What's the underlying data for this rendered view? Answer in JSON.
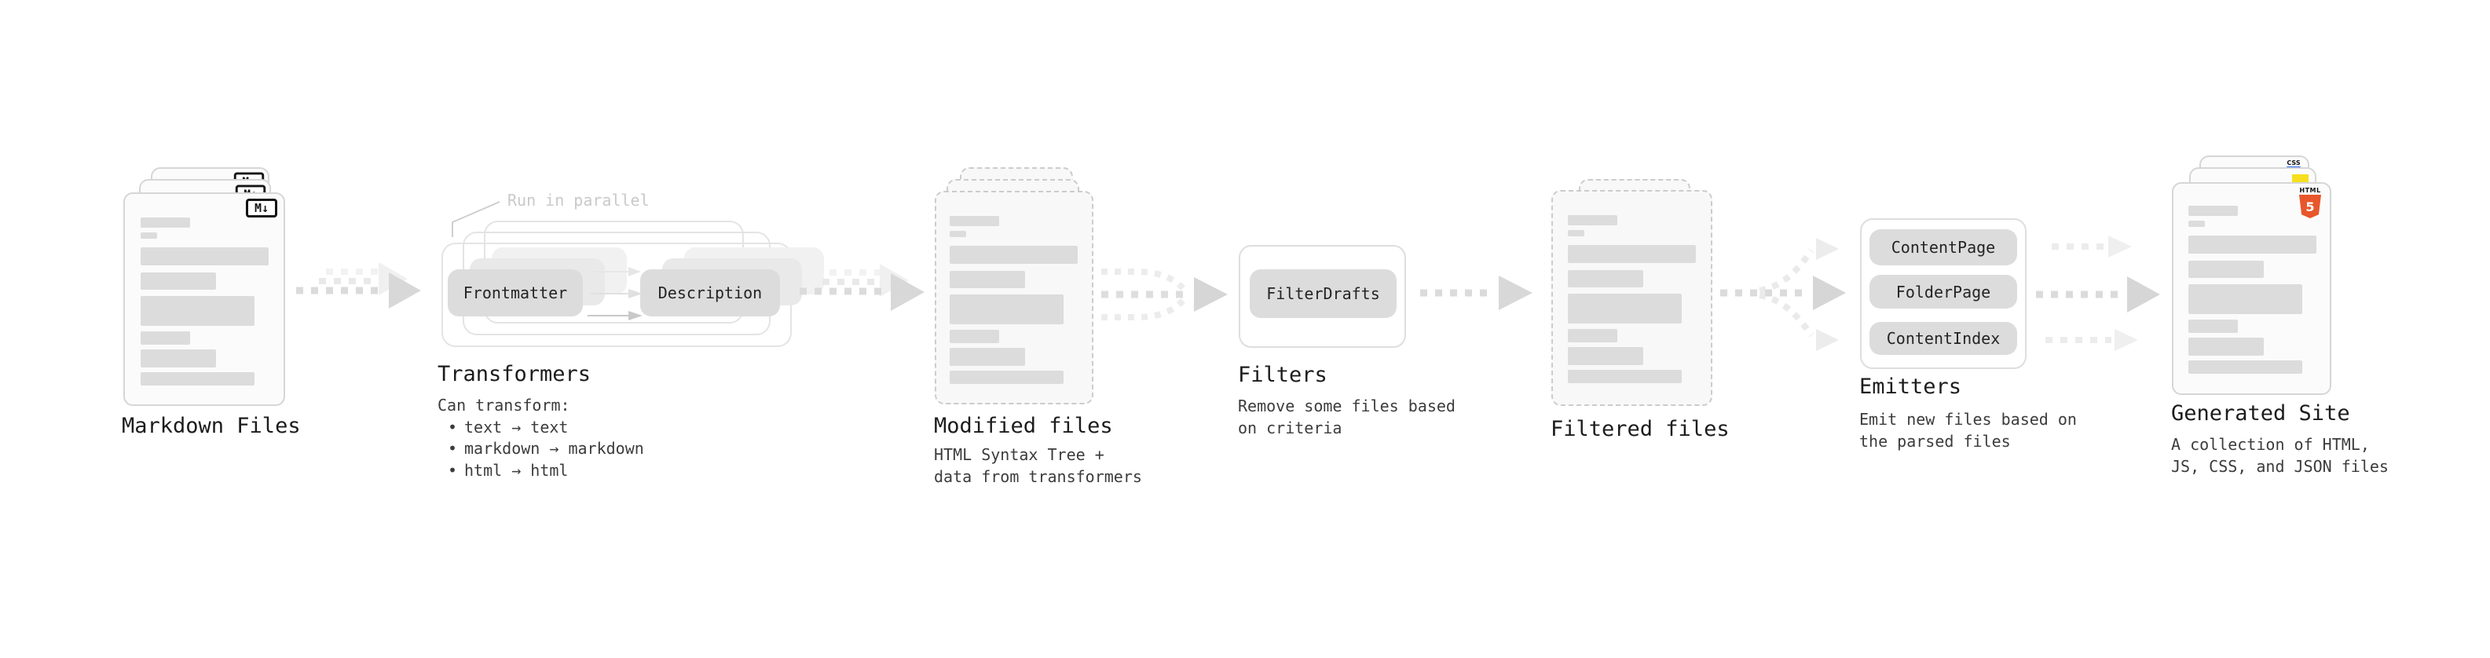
{
  "stages": {
    "markdown_files": {
      "label": "Markdown Files",
      "file_icon": "M↓"
    },
    "transformers": {
      "label": "Transformers",
      "callout": "Run in parallel",
      "pills": [
        "Frontmatter",
        "Description"
      ],
      "sub_title": "Can transform:",
      "bullet_char": "•",
      "bullets": [
        "text → text",
        "markdown → markdown",
        "html → html"
      ]
    },
    "modified_files": {
      "label": "Modified files",
      "subtitle": [
        "HTML Syntax Tree +",
        "data from transformers"
      ]
    },
    "filters": {
      "label": "Filters",
      "pill": "FilterDrafts",
      "subtitle": [
        "Remove some files based",
        "on criteria"
      ]
    },
    "filtered_files": {
      "label": "Filtered files"
    },
    "emitters": {
      "label": "Emitters",
      "pills": [
        "ContentPage",
        "FolderPage",
        "ContentIndex"
      ],
      "subtitle": [
        "Emit new files based on",
        "the parsed files"
      ]
    },
    "generated_site": {
      "label": "Generated Site",
      "subtitle": [
        "A collection of HTML,",
        "JS, CSS, and JSON files"
      ],
      "badges": {
        "css_label": "CSS",
        "html_label": "HTML",
        "html_number": "5"
      }
    }
  },
  "colors": {
    "accent_orange": "#E8562B",
    "accent_yellow": "#F7DF1E",
    "accent_blue": "#2965F1",
    "bar_gray": "#dcdcdc",
    "arrow_gray": "#d8d8d8",
    "muted_text": "#c9c9c9"
  }
}
